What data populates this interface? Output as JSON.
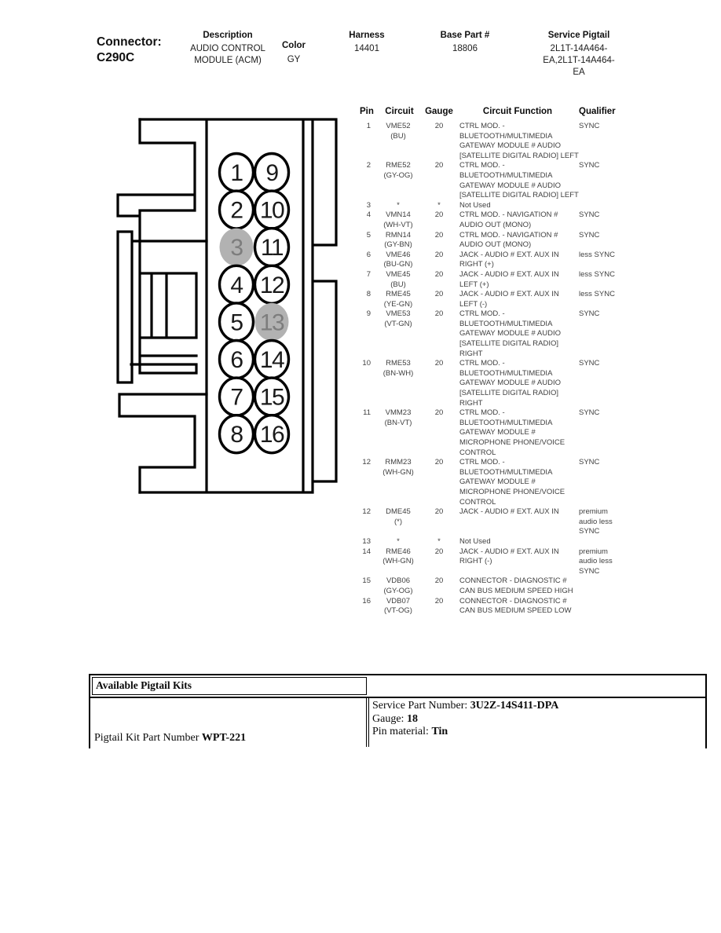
{
  "header": {
    "connector_label": "Connector:",
    "connector_id": "C290C",
    "description_label": "Description",
    "description_value": "AUDIO CONTROL MODULE (ACM)",
    "color_label": "Color",
    "color_value": "GY",
    "harness_label": "Harness",
    "harness_value": "14401",
    "base_part_label": "Base Part #",
    "base_part_value": "18806",
    "service_pigtail_label": "Service Pigtail",
    "service_pigtail_value": "2L1T-14A464-EA,2L1T-14A464-EA"
  },
  "connector_diagram": {
    "outline_color": "#000000",
    "filled_pin_color": "#b2b2b2",
    "filled_pin_text_color": "#7d7d7d",
    "pin_text_color": "#1a1a1a",
    "pins": [
      {
        "n": "1",
        "filled": false
      },
      {
        "n": "2",
        "filled": false
      },
      {
        "n": "3",
        "filled": true
      },
      {
        "n": "4",
        "filled": false
      },
      {
        "n": "5",
        "filled": false
      },
      {
        "n": "6",
        "filled": false
      },
      {
        "n": "7",
        "filled": false
      },
      {
        "n": "8",
        "filled": false
      },
      {
        "n": "9",
        "filled": false
      },
      {
        "n": "10",
        "filled": false
      },
      {
        "n": "11",
        "filled": false
      },
      {
        "n": "12",
        "filled": false
      },
      {
        "n": "13",
        "filled": true
      },
      {
        "n": "14",
        "filled": false
      },
      {
        "n": "15",
        "filled": false
      },
      {
        "n": "16",
        "filled": false
      }
    ]
  },
  "pin_table": {
    "headers": {
      "pin": "Pin",
      "circuit": "Circuit",
      "gauge": "Gauge",
      "function": "Circuit Function",
      "qualifier": "Qualifier"
    },
    "rows": [
      {
        "pin": "1",
        "circuit": "VME52",
        "color": "(BU)",
        "gauge": "20",
        "function": "CTRL MOD. - BLUETOOTH/MULTIMEDIA GATEWAY MODULE # AUDIO [SATELLITE DIGITAL RADIO] LEFT",
        "qualifier": "SYNC"
      },
      {
        "pin": "2",
        "circuit": "RME52",
        "color": "(GY-OG)",
        "gauge": "20",
        "function": "CTRL MOD. - BLUETOOTH/MULTIMEDIA GATEWAY MODULE # AUDIO [SATELLITE DIGITAL RADIO] LEFT",
        "qualifier": "SYNC"
      },
      {
        "pin": "3",
        "circuit": "*",
        "color": "",
        "gauge": "*",
        "function": "Not Used",
        "qualifier": ""
      },
      {
        "pin": "4",
        "circuit": "VMN14",
        "color": "(WH-VT)",
        "gauge": "20",
        "function": "CTRL MOD. - NAVIGATION # AUDIO OUT (MONO)",
        "qualifier": "SYNC"
      },
      {
        "pin": "5",
        "circuit": "RMN14",
        "color": "(GY-BN)",
        "gauge": "20",
        "function": "CTRL MOD. - NAVIGATION # AUDIO OUT (MONO)",
        "qualifier": "SYNC"
      },
      {
        "pin": "6",
        "circuit": "VME46",
        "color": "(BU-GN)",
        "gauge": "20",
        "function": "JACK - AUDIO # EXT. AUX IN RIGHT (+)",
        "qualifier": "less SYNC"
      },
      {
        "pin": "7",
        "circuit": "VME45",
        "color": "(BU)",
        "gauge": "20",
        "function": "JACK - AUDIO # EXT. AUX IN LEFT (+)",
        "qualifier": "less SYNC"
      },
      {
        "pin": "8",
        "circuit": "RME45",
        "color": "(YE-GN)",
        "gauge": "20",
        "function": "JACK - AUDIO # EXT. AUX IN LEFT (-)",
        "qualifier": "less SYNC"
      },
      {
        "pin": "9",
        "circuit": "VME53",
        "color": "(VT-GN)",
        "gauge": "20",
        "function": "CTRL MOD. - BLUETOOTH/MULTIMEDIA GATEWAY MODULE # AUDIO [SATELLITE DIGITAL RADIO] RIGHT",
        "qualifier": "SYNC"
      },
      {
        "pin": "10",
        "circuit": "RME53",
        "color": "(BN-WH)",
        "gauge": "20",
        "function": "CTRL MOD. - BLUETOOTH/MULTIMEDIA GATEWAY MODULE # AUDIO [SATELLITE DIGITAL RADIO] RIGHT",
        "qualifier": "SYNC"
      },
      {
        "pin": "11",
        "circuit": "VMM23",
        "color": "(BN-VT)",
        "gauge": "20",
        "function": "CTRL MOD. - BLUETOOTH/MULTIMEDIA GATEWAY MODULE # MICROPHONE PHONE/VOICE CONTROL",
        "qualifier": "SYNC"
      },
      {
        "pin": "12",
        "circuit": "RMM23",
        "color": "(WH-GN)",
        "gauge": "20",
        "function": "CTRL MOD. - BLUETOOTH/MULTIMEDIA GATEWAY MODULE # MICROPHONE PHONE/VOICE CONTROL",
        "qualifier": "SYNC"
      },
      {
        "pin": "12",
        "circuit": "DME45",
        "color": "(*)",
        "gauge": "20",
        "function": "JACK - AUDIO # EXT. AUX IN",
        "qualifier": "premium audio less SYNC"
      },
      {
        "pin": "13",
        "circuit": "*",
        "color": "",
        "gauge": "*",
        "function": "Not Used",
        "qualifier": ""
      },
      {
        "pin": "14",
        "circuit": "RME46",
        "color": "(WH-GN)",
        "gauge": "20",
        "function": "JACK - AUDIO # EXT. AUX IN RIGHT (-)",
        "qualifier": "premium audio less SYNC"
      },
      {
        "pin": "15",
        "circuit": "VDB06",
        "color": "(GY-OG)",
        "gauge": "20",
        "function": "CONNECTOR - DIAGNOSTIC # CAN BUS MEDIUM SPEED HIGH",
        "qualifier": ""
      },
      {
        "pin": "16",
        "circuit": "VDB07",
        "color": "(VT-OG)",
        "gauge": "20",
        "function": "CONNECTOR - DIAGNOSTIC # CAN BUS MEDIUM SPEED LOW",
        "qualifier": ""
      }
    ]
  },
  "pigtail_kits": {
    "title": "Available Pigtail Kits",
    "kit_label": "Pigtail Kit Part Number",
    "kit_value": "WPT-221",
    "service_part_label": "Service Part Number:",
    "service_part_value": "3U2Z-14S411-DPA",
    "gauge_label": "Gauge:",
    "gauge_value": "18",
    "pin_material_label": "Pin material:",
    "pin_material_value": "Tin"
  }
}
